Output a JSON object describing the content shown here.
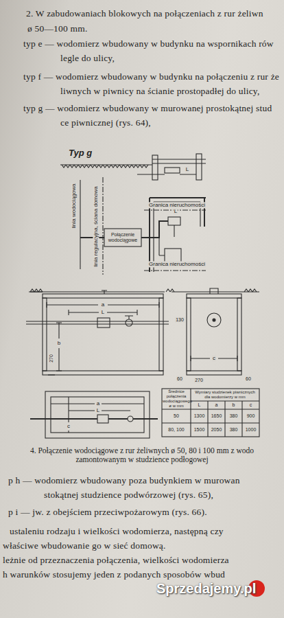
{
  "diagram": {
    "caption": "4. Połączenie wodociągowe z rur żeliwnych ø 50, 80 i 100 mm z wodo zamontowanym w studzience podłogowej",
    "labels": [
      "2. W zabudowaniach blokowych na połączeniach z rur żeliwn",
      "ø 50—100 mm.",
      "typ e — wodomierz wbudowany w budynku na wspornikach rów",
      "legle do ulicy,",
      "typ f — wodomierz wbudowany w budynku na połączeniu z rur że",
      "liwnych w piwnicy na ścianie prostopadłej do ulicy,",
      "typ g — wodomierz wbudowany w murowanej prostokątnej stud",
      "ce piwnicznej (rys. 64),",
      "Typ g",
      "L",
      "linia wodociągowa",
      "linia regulacyjna, ściana domowa",
      "Granica nieruchomości",
      "Połączenie wodociągowe",
      "L",
      "Granica nieruchomości",
      "a",
      "L",
      "b",
      "270",
      "130",
      "c",
      "60",
      "270",
      "60",
      "a",
      "L",
      "c",
      "Średnice połączenia wodociągowego ø w mm",
      "Wymiary studzienek piwnicznych dla wodomierzy w mm",
      "L",
      "a",
      "b",
      "c",
      "50",
      "1300",
      "1650",
      "380",
      "900",
      "80, 100",
      "1500",
      "2050",
      "380",
      "1000",
      "p h — wodomierz wbudowany poza budynkiem w murowan",
      "stokątnej studzience podwórzowej (rys. 65),",
      "p i — jw. z obejściem przeciwpożarowym (rys. 66).",
      "ustaleniu rodzaju i wielkości wodomierza, następną czy",
      "właściwe wbudowanie go w sieć domową.",
      "leżnie od przeznaczenia połączenia, wielkości wodomierza",
      "h warunków stosujemy jeden z podanych sposobów wbud",
      "Sprzedajemy.pl"
    ]
  }
}
